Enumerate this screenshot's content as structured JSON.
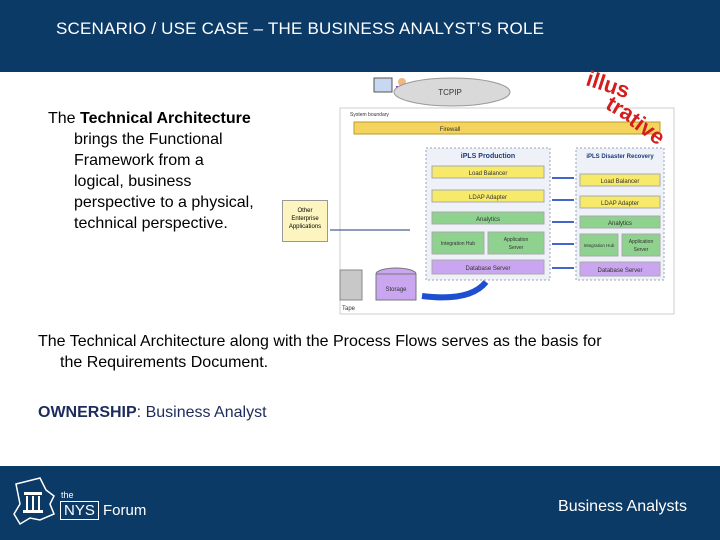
{
  "header": {
    "title": "SCENARIO / USE CASE – THE BUSINESS ANALYST’S ROLE"
  },
  "intro": {
    "prefix": "The ",
    "bold": "Technical Architecture",
    "line2": "brings the Functional",
    "line3": "Framework from a",
    "line4": "logical, business",
    "line5": "perspective to a physical,",
    "line6": "technical perspective."
  },
  "stamp": {
    "l1": "illus",
    "l2": "tra",
    "l3": "tive"
  },
  "diagram": {
    "tcpip": "TCPIP",
    "system_boundary": "System boundary",
    "firewall": "Firewall",
    "other_apps": [
      "Other",
      "Enterprise",
      "Applications"
    ],
    "production": {
      "title": "iPLS Production",
      "load_balancer": "Load Balancer",
      "ldap": "LDAP Adapter",
      "analytics": "Analytics",
      "integration_hub": "Integration Hub",
      "app_server": [
        "Application",
        "Server"
      ],
      "db_server": "Database Server"
    },
    "disaster": {
      "title": "iPLS Disaster Recovery",
      "load_balancer": "Load Balancer",
      "ldap": "LDAP Adapter",
      "analytics": "Analytics",
      "integration_hub": "Integration Hub",
      "app_server": [
        "Application",
        "Server"
      ],
      "db_server": "Database Server"
    },
    "storage": "Storage",
    "tape": "Tape"
  },
  "basis": {
    "line1": "The Technical Architecture along with the Process Flows serves as the basis for",
    "line2": "the Requirements Document."
  },
  "ownership": {
    "label": "OWNERSHIP",
    "value": ": Business Analyst"
  },
  "footer": {
    "logo_the": "the",
    "logo_nys": "NYS",
    "logo_forum": "Forum",
    "right_label": "Business Analysts"
  },
  "colors": {
    "header_bg": "#0b3a66",
    "stamp": "#d41e1e",
    "ownership": "#1d2c5c"
  }
}
